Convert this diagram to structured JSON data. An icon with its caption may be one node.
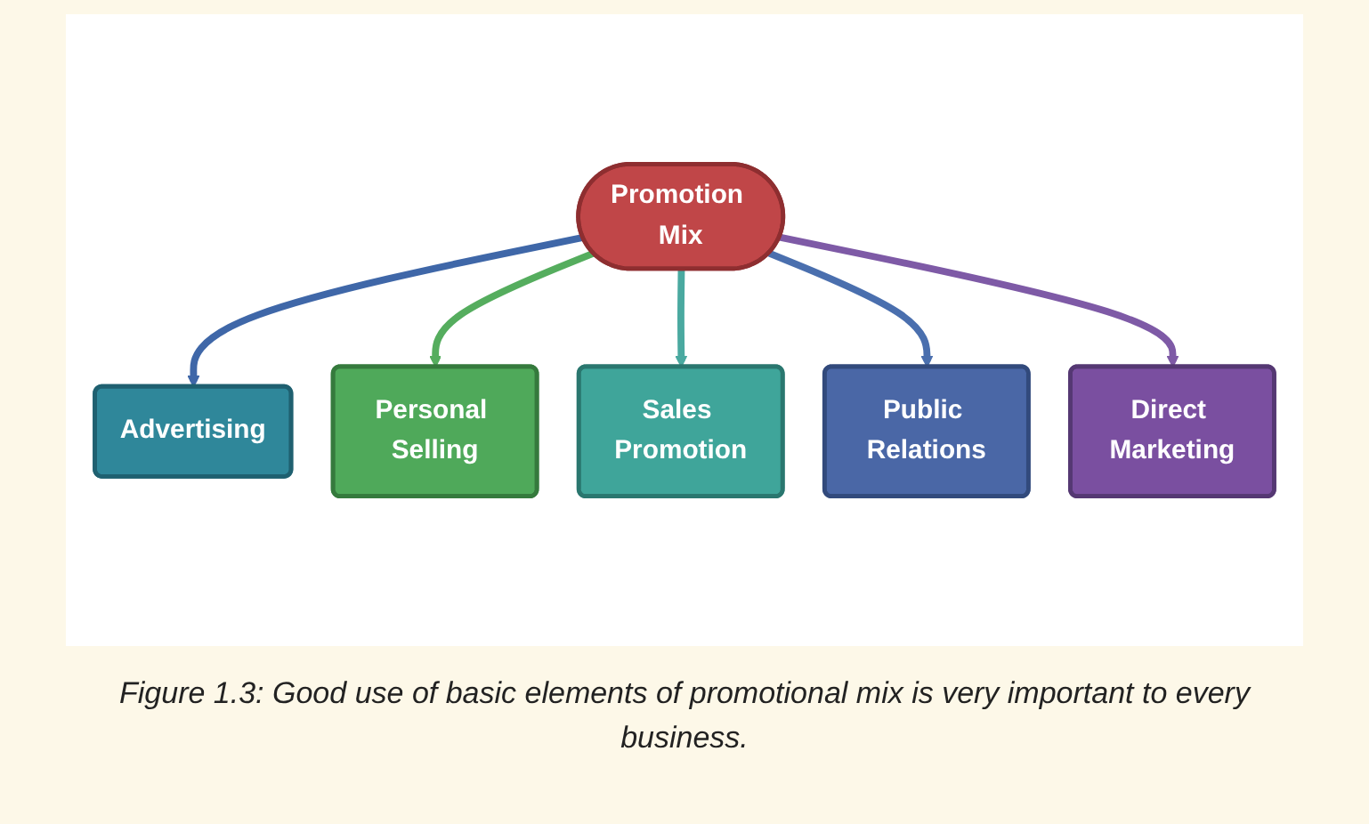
{
  "diagram": {
    "nodes": [
      {
        "text": [
          "Promotion Mix"
        ]
      },
      {
        "text": [
          "Advertising"
        ]
      },
      {
        "text": [
          "Personal Selling"
        ]
      },
      {
        "text": [
          "Sales Promotion"
        ]
      },
      {
        "text": [
          "Public Relations"
        ]
      },
      {
        "text": [
          "Direct Marketing"
        ]
      }
    ],
    "edges": [
      {
        "from": 0,
        "to": 1,
        "arrow": "to",
        "color": "#3f67a8"
      },
      {
        "from": 0,
        "to": 2,
        "arrow": "to",
        "color": "#55ad5e"
      },
      {
        "from": 0,
        "to": 3,
        "arrow": "to",
        "color": "#4aa9a0"
      },
      {
        "from": 0,
        "to": 4,
        "arrow": "to",
        "color": "#4a6fae"
      },
      {
        "from": 0,
        "to": 5,
        "arrow": "to",
        "color": "#7e5aa6"
      }
    ],
    "caption": "Figure 1.3: Good use of basic elements of promotional mix is very important to every business."
  }
}
